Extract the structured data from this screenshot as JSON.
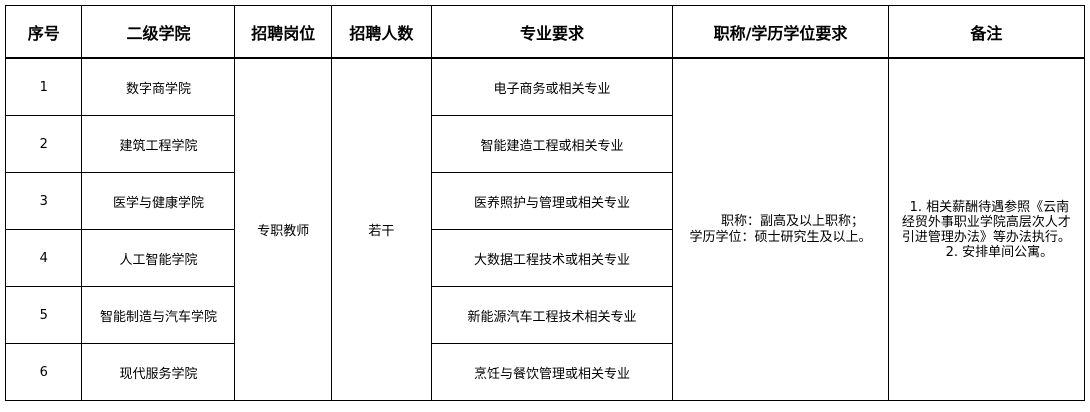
{
  "table": {
    "headers": {
      "no": "序号",
      "college": "二级学院",
      "post": "招聘岗位",
      "count": "招聘人数",
      "major": "专业要求",
      "title": "职称/学历学位要求",
      "note": "备注"
    },
    "rows": [
      {
        "no": "1",
        "college": "数字商学院",
        "major": "电子商务或相关专业"
      },
      {
        "no": "2",
        "college": "建筑工程学院",
        "major": "智能建造工程或相关专业"
      },
      {
        "no": "3",
        "college": "医学与健康学院",
        "major": "医养照护与管理或相关专业"
      },
      {
        "no": "4",
        "college": "人工智能学院",
        "major": "大数据工程技术或相关专业"
      },
      {
        "no": "5",
        "college": "智能制造与汽车学院",
        "major": "新能源汽车工程技术相关专业"
      },
      {
        "no": "6",
        "college": "现代服务学院",
        "major": "烹饪与餐饮管理或相关专业"
      }
    ],
    "post": "专职教师",
    "count": "若干",
    "title_requirement": {
      "line1": "职称：副高及以上职称；",
      "line2": "学历学位：硕士研究生及以上。"
    },
    "note": {
      "line1": "1. 相关薪酬待遇参照《云南",
      "line2": "经贸外事职业学院高层次人才",
      "line3": "引进管理办法》等办法执行。",
      "line4": "2. 安排单间公寓。"
    }
  }
}
